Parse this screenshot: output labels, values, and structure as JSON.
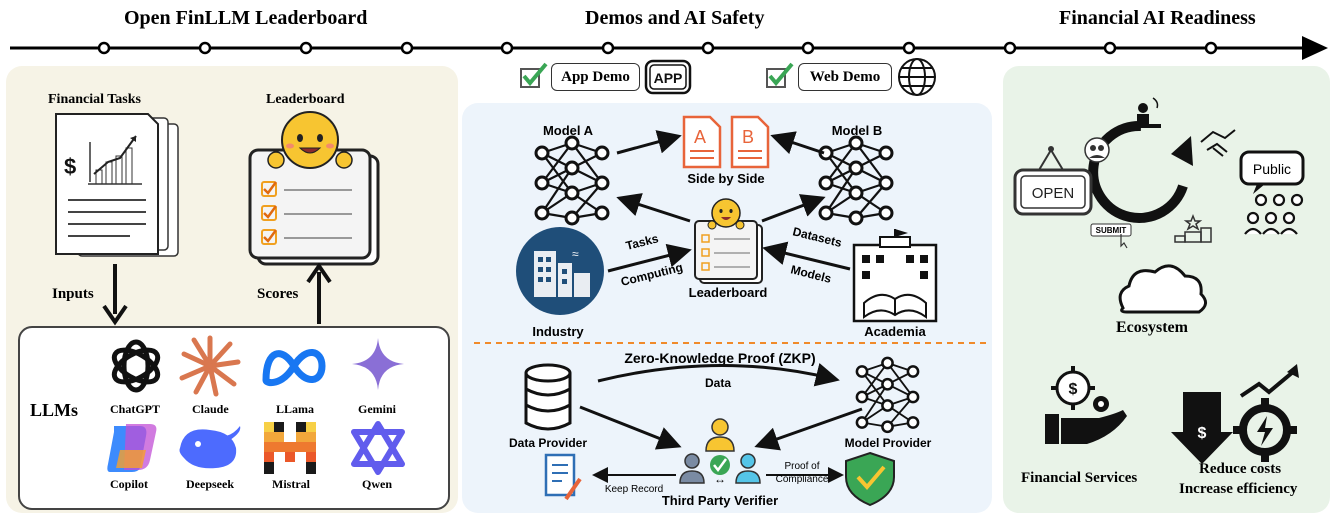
{
  "timeline": {
    "left_title": "Open FinLLM Leaderboard",
    "mid_title": "Demos and AI Safety",
    "right_title": "Financial AI Readiness"
  },
  "left": {
    "financial_tasks": "Financial  Tasks",
    "leaderboard": "Leaderboard",
    "inputs": "Inputs",
    "scores": "Scores",
    "llms_label": "LLMs",
    "llms": [
      "ChatGPT",
      "Claude",
      "LLama",
      "Gemini",
      "Copilot",
      "Deepseek",
      "Mistral",
      "Qwen"
    ]
  },
  "middle": {
    "app_demo": "App Demo",
    "app_icon_text": "APP",
    "web_demo": "Web Demo",
    "model_a": "Model A",
    "model_b": "Model B",
    "doc_a": "A",
    "doc_b": "B",
    "side_by_side": "Side by Side",
    "tasks": "Tasks",
    "computing": "Computing",
    "datasets": "Datasets",
    "models": "Models",
    "leaderboard": "Leaderboard",
    "industry": "Industry",
    "academia": "Academia",
    "zkp": "Zero-Knowledge Proof (ZKP)",
    "data": "Data",
    "data_provider": "Data Provider",
    "model_provider": "Model Provider",
    "keep_record": "Keep Record",
    "proof_line1": "Proof of",
    "proof_line2": "Compliance",
    "third_party": "Third Party Verifier"
  },
  "right": {
    "open_sign": "OPEN",
    "public_bubble": "Public",
    "submit": "SUBMIT",
    "ecosystem": "Ecosystem",
    "financial_services": "Financial Services",
    "reduce_costs": "Reduce costs",
    "increase_efficiency": "Increase efficiency"
  },
  "colors": {
    "left_panel": "#f6f3e6",
    "mid_panel": "#edf4fb",
    "right_panel": "#e9f3e8",
    "dashed_divider": "#f08a2a",
    "doc_orange": "#e8643a",
    "industry_blue": "#1f4e79",
    "check_green": "#3aa655",
    "emoji_yellow": "#f7c531"
  }
}
